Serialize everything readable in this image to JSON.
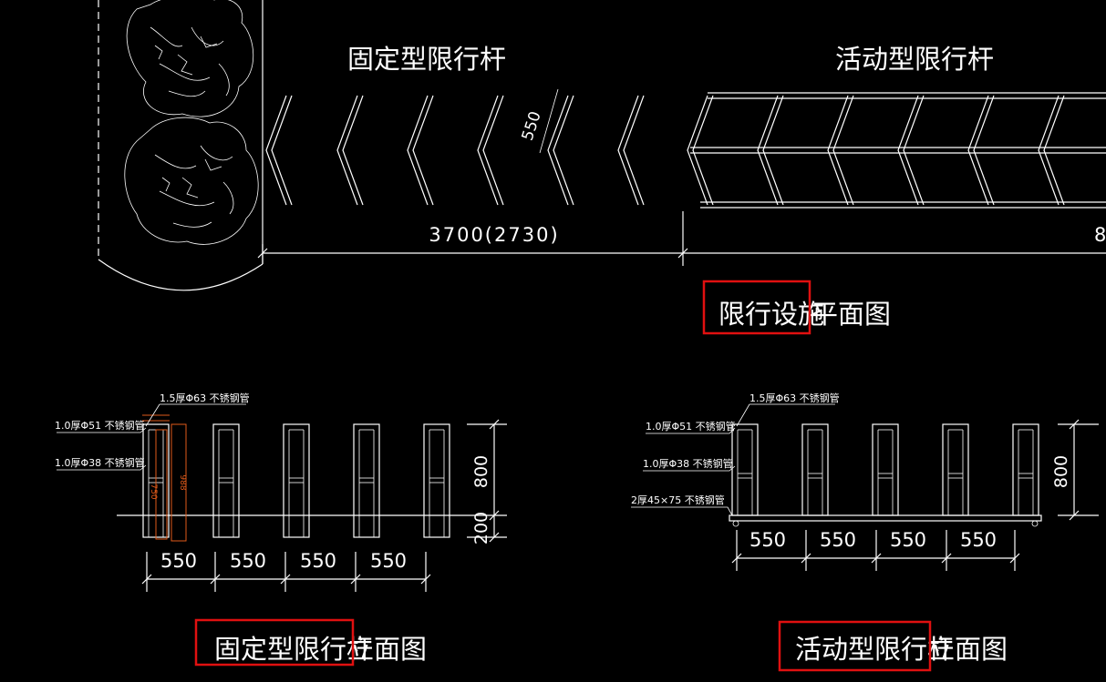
{
  "labels": {
    "fixed_bar_title": "固定型限行杆",
    "movable_bar_title": "活动型限行杆",
    "plan_title_highlight": "限行设施",
    "plan_title_rest": "平面图",
    "fixed_elev_highlight": "固定型限行杆",
    "fixed_elev_rest": "立面图",
    "movable_elev_highlight": "活动型限行杆",
    "movable_elev_rest": "立面图"
  },
  "dimensions": {
    "plan_diag": "550",
    "plan_width": "3700(2730)",
    "plan_width_right": "8",
    "fixed_spacing": [
      "550",
      "550",
      "550",
      "550"
    ],
    "fixed_height_top": "800",
    "fixed_height_bottom": "200",
    "fixed_inner_1": "988",
    "fixed_inner_2": "750",
    "movable_spacing": [
      "550",
      "550",
      "550",
      "550"
    ],
    "movable_height": "800"
  },
  "annotations": {
    "fixed_pipe_63": "1.5厚Φ63 不锈钢管",
    "fixed_pipe_51": "1.0厚Φ51 不锈钢管",
    "fixed_pipe_38": "1.0厚Φ38 不锈钢管",
    "movable_pipe_63": "1.5厚Φ63 不锈钢管",
    "movable_pipe_51": "1.0厚Φ51 不锈钢管",
    "movable_pipe_38": "1.0厚Φ38 不锈钢管",
    "movable_pipe_rect": "2厚45×75 不锈钢管"
  },
  "colors": {
    "background": "#000000",
    "linework": "#ffffff",
    "highlight_box": "#e01010",
    "accent_dim": "#e05a1a"
  }
}
